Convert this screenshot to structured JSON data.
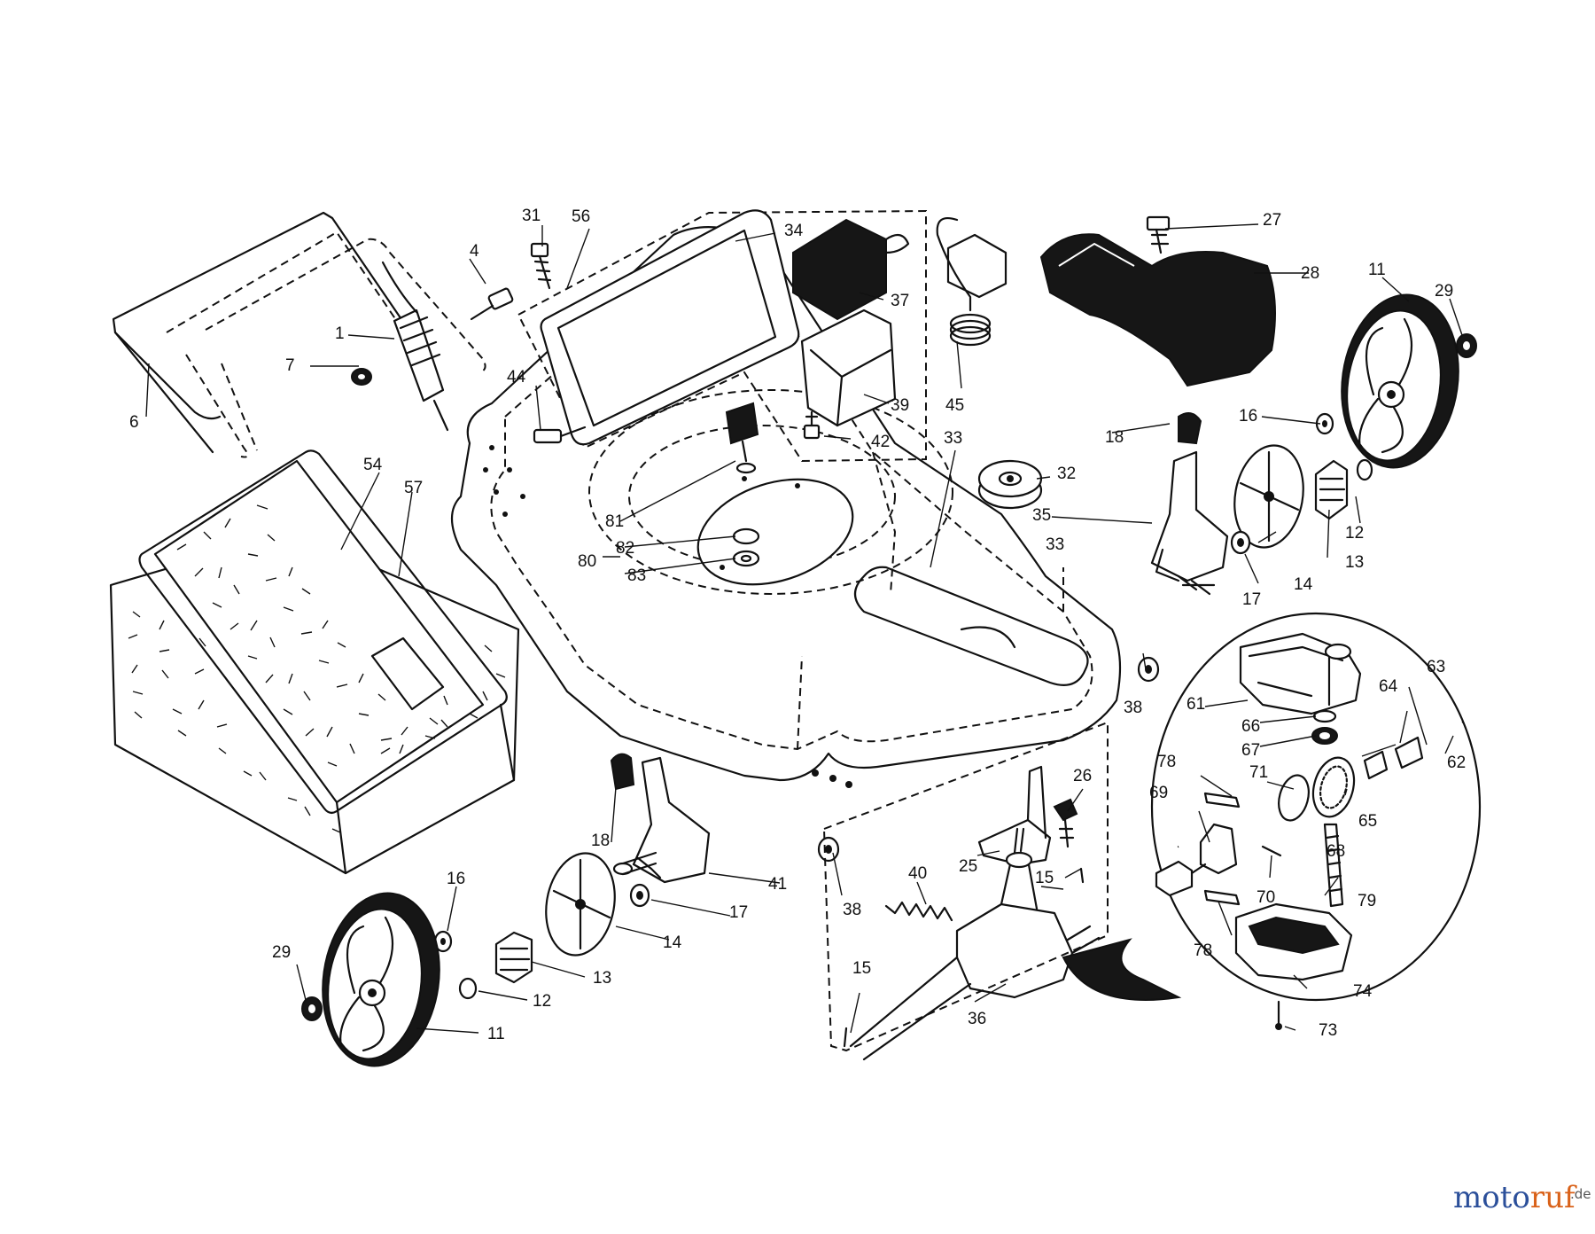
{
  "watermark": {
    "brand": "motoruf",
    "brand_a": "moto",
    "brand_b": "ruf",
    "tld": ".de",
    "color_a": "#2b4f9a",
    "color_b": "#d9621a"
  },
  "labels": {
    "p1": "1",
    "p4": "4",
    "p6": "6",
    "p7": "7",
    "p11a": "11",
    "p11b": "11",
    "p12a": "12",
    "p12b": "12",
    "p13a": "13",
    "p13b": "13",
    "p14a": "14",
    "p14b": "14",
    "p15a": "15",
    "p15b": "15",
    "p16a": "16",
    "p16b": "16",
    "p17a": "17",
    "p17b": "17",
    "p18a": "18",
    "p18b": "18",
    "p25": "25",
    "p26": "26",
    "p27": "27",
    "p28": "28",
    "p29a": "29",
    "p29b": "29",
    "p31": "31",
    "p32": "32",
    "p33a": "33",
    "p33b": "33",
    "p34": "34",
    "p35": "35",
    "p36": "36",
    "p37": "37",
    "p38a": "38",
    "p38b": "38",
    "p39": "39",
    "p40": "40",
    "p41": "41",
    "p42": "42",
    "p44": "44",
    "p45": "45",
    "p54": "54",
    "p56": "56",
    "p57": "57",
    "p61": "61",
    "p62": "62",
    "p63": "63",
    "p64": "64",
    "p65": "65",
    "p66": "66",
    "p67": "67",
    "p68": "68",
    "p69": "69",
    "p70": "70",
    "p71": "71",
    "p73": "73",
    "p74": "74",
    "p78a": "78",
    "p78b": "78",
    "p79": "79",
    "p80": "80",
    "p81": "81",
    "p82": "82",
    "p83": "83"
  }
}
